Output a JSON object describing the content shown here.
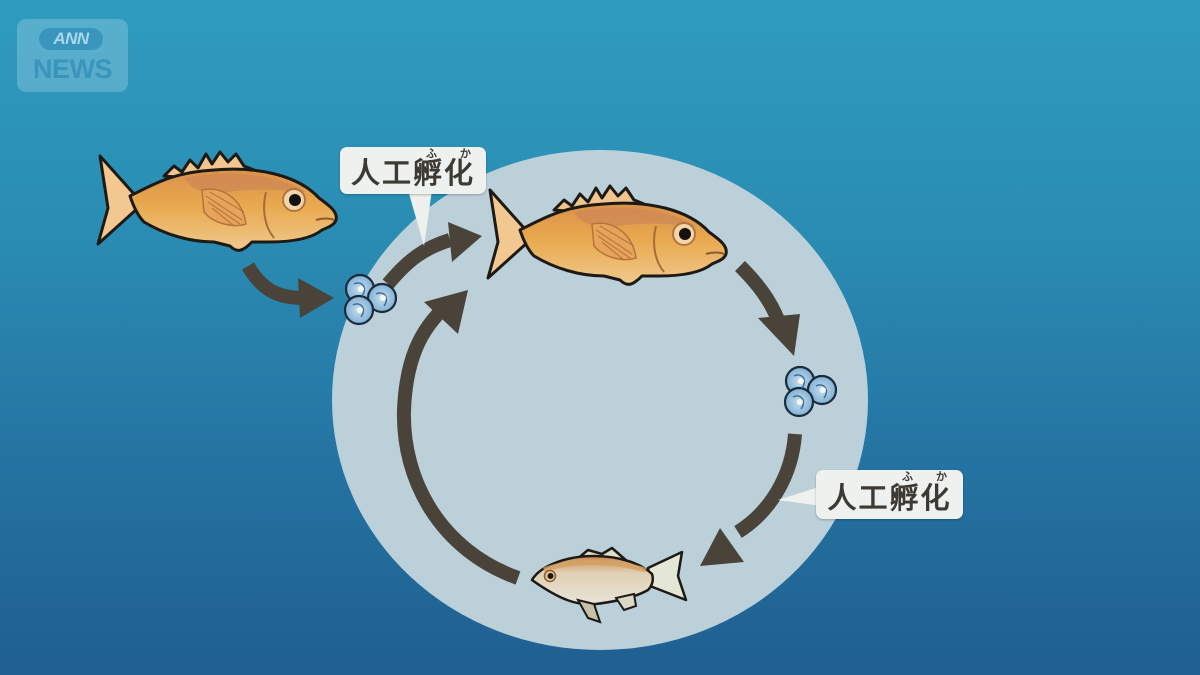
{
  "logo": {
    "top_text": "ANN",
    "bottom_text": "NEWS"
  },
  "diagram": {
    "title": "Rockfish artificial hatching life cycle",
    "background_colors": {
      "top": "#2f9cbf",
      "bottom": "#1f5f91"
    },
    "cycle_circle_color": "#bcd0da",
    "arrow_color": "#4a433a",
    "labels": [
      {
        "id": "label-top",
        "text": "人工孵化",
        "furigana": [
          "ふ",
          "か"
        ],
        "furigana_over": "孵化"
      },
      {
        "id": "label-right",
        "text": "人工孵化",
        "furigana": [
          "ふ",
          "か"
        ],
        "furigana_over": "孵化"
      }
    ],
    "stages": [
      {
        "id": "wild-adult-fish",
        "description": "Wild adult rockfish (outside cycle)"
      },
      {
        "id": "eggs-1",
        "description": "Fertilized eggs"
      },
      {
        "id": "hatchery-adult-fish",
        "description": "Adult rockfish raised by artificial hatching"
      },
      {
        "id": "eggs-2",
        "description": "Fertilized eggs"
      },
      {
        "id": "juvenile-fish",
        "description": "Juvenile fish"
      }
    ]
  }
}
